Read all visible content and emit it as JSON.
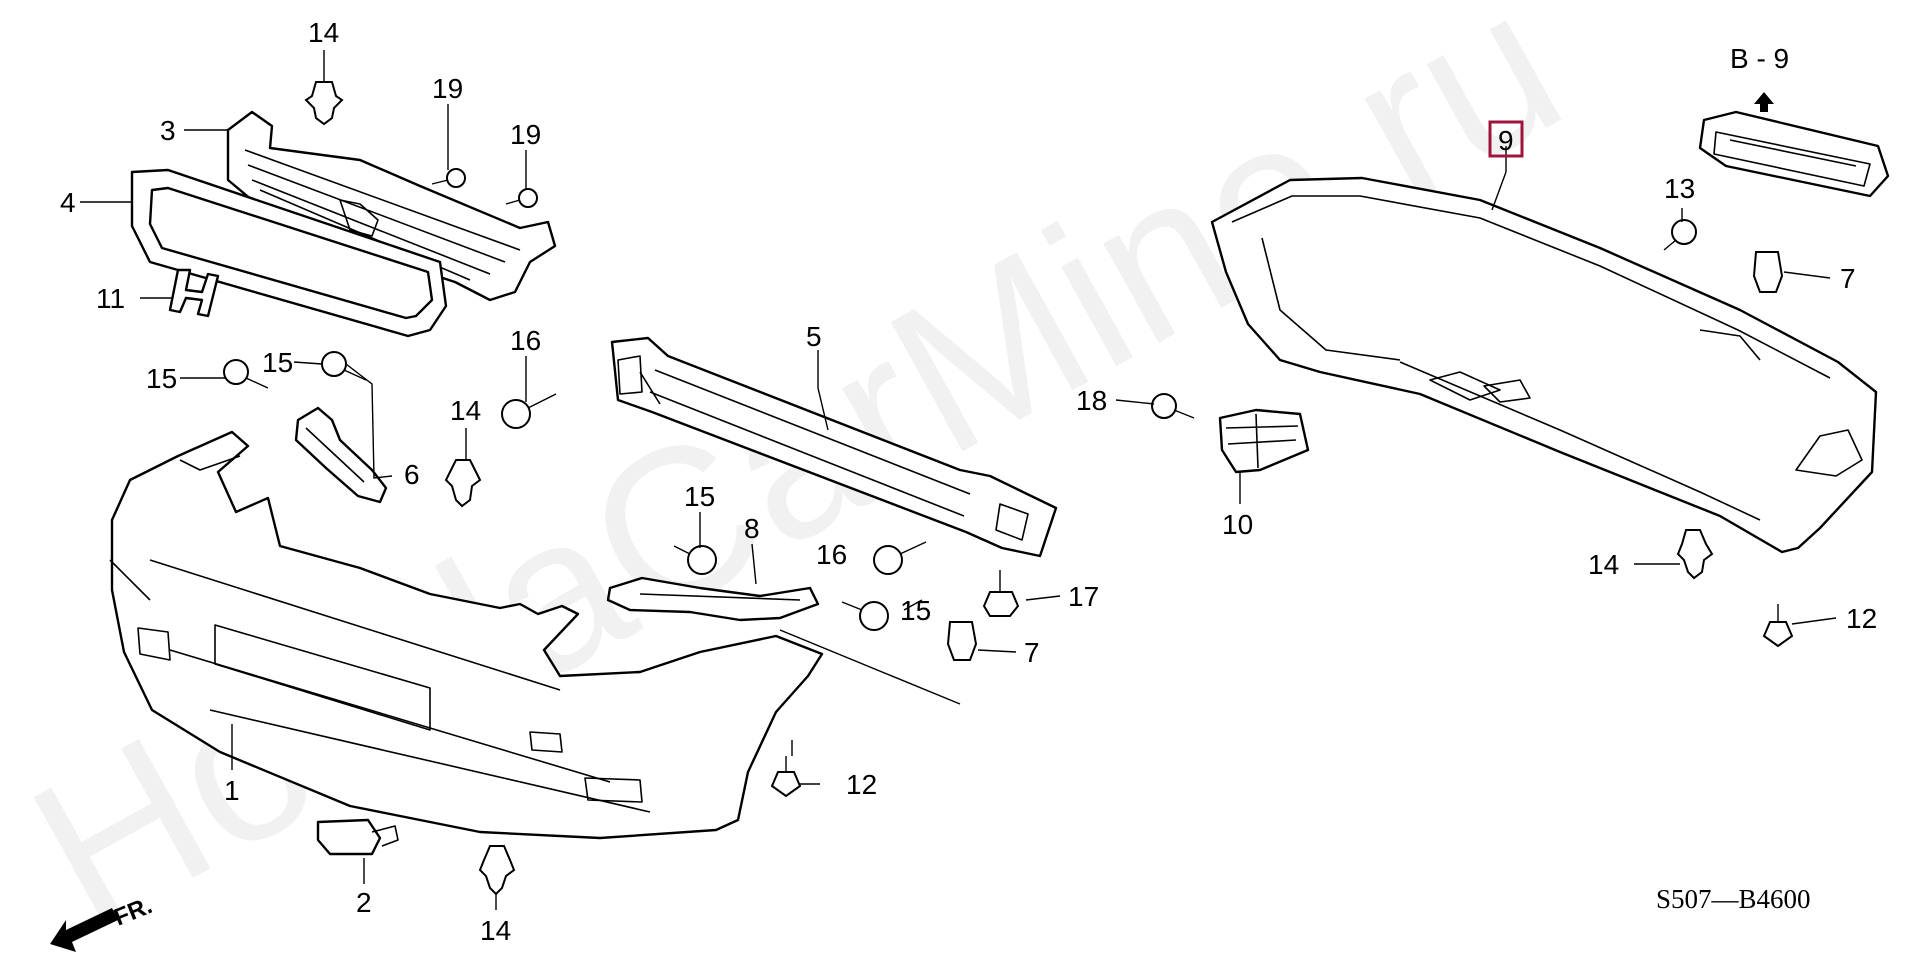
{
  "watermark": "HondaCarMine.ru",
  "diagram_code": "S507—B4600",
  "reference": "B - 9",
  "front_label": "FR.",
  "highlight_color": "#a0143c",
  "callouts": {
    "c1": "1",
    "c2": "2",
    "c3": "3",
    "c4": "4",
    "c5": "5",
    "c6": "6",
    "c7a": "7",
    "c7b": "7",
    "c8": "8",
    "c9": "9",
    "c10": "10",
    "c11": "11",
    "c12a": "12",
    "c12b": "12",
    "c13": "13",
    "c14a": "14",
    "c14b": "14",
    "c14c": "14",
    "c14d": "14",
    "c15a": "15",
    "c15b": "15",
    "c15c": "15",
    "c15d": "15",
    "c16a": "16",
    "c16b": "16",
    "c17": "17",
    "c18": "18",
    "c19a": "19",
    "c19b": "19"
  }
}
